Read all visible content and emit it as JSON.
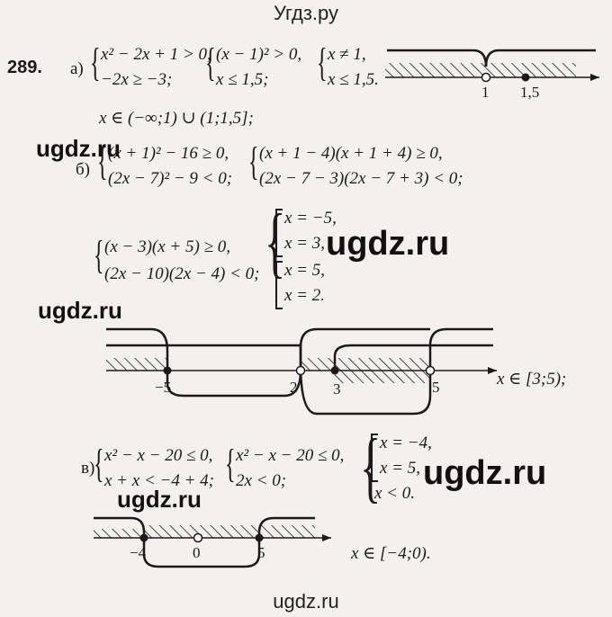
{
  "header": {
    "site": "Угдз.ру"
  },
  "footer": {
    "site": "ugdz.ru"
  },
  "watermarks": [
    "ugdz.ru",
    "ugdz.ru",
    "ugdz.ru",
    "ugdz.ru",
    "ugdz.ru"
  ],
  "problem": {
    "number": "289.",
    "part_a": {
      "label": "а)",
      "sys1": [
        "x² − 2x + 1 > 0,",
        "−2x ≥ −3;"
      ],
      "sys2": [
        "(x − 1)² > 0,",
        "x ≤ 1,5;"
      ],
      "sys3": [
        "x ≠ 1,",
        "x ≤ 1,5."
      ],
      "answer": "x ∈ (−∞;1) ∪ (1;1,5];",
      "axis_labels": [
        "1",
        "1,5"
      ]
    },
    "part_b": {
      "label": "б)",
      "sys1": [
        "(x + 1)² − 16 ≥ 0,",
        "(2x − 7)² − 9 < 0;"
      ],
      "sys2": [
        "(x + 1 − 4)(x + 1 + 4) ≥ 0,",
        "(2x − 7 − 3)(2x − 7 + 3) < 0;"
      ],
      "sys3": [
        "(x − 3)(x + 5) ≥ 0,",
        "(2x − 10)(2x − 4) < 0;"
      ],
      "roots": [
        "x = −5,",
        "x = 3,",
        "x = 5,",
        "x = 2."
      ],
      "axis_labels": [
        "−5",
        "2",
        "3",
        "5"
      ],
      "answer": "x ∈ [3;5);"
    },
    "part_v": {
      "label": "в)",
      "sys1": [
        "x² − x − 20 ≤ 0,",
        "x + x < −4 + 4;"
      ],
      "sys2": [
        "x² − x − 20 ≤ 0,",
        "2x < 0;"
      ],
      "roots": [
        "x = −4,",
        "x = 5,",
        "x < 0."
      ],
      "axis_labels": [
        "−4",
        "0",
        "5"
      ],
      "answer": "x ∈ [−4;0)."
    }
  }
}
